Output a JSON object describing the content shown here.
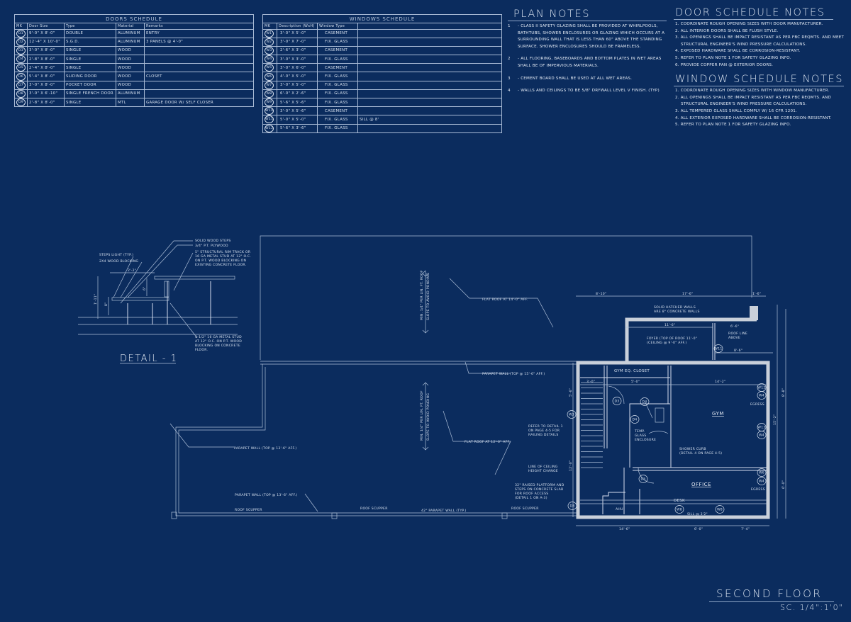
{
  "doors_schedule": {
    "title": "DOORS SCHEDULE",
    "columns": [
      "MK",
      "Door Size",
      "Type",
      "Material",
      "Remarks"
    ],
    "rows": [
      {
        "mk": "D1",
        "size": "9'-0\" X 8'-0\"",
        "type": "DOUBLE",
        "material": "ALUMINUM",
        "remarks": "ENTRY"
      },
      {
        "mk": "D2",
        "size": "12'-4\" X 10'-0\"",
        "type": "S.G.D.",
        "material": "ALUMINUM",
        "remarks": "3 PANELS @ 4'-0\""
      },
      {
        "mk": "D3",
        "size": "3'-0\" X 8'-0\"",
        "type": "SINGLE",
        "material": "WOOD",
        "remarks": ""
      },
      {
        "mk": "D4",
        "size": "2'-8\" X 8'-0\"",
        "type": "SINGLE",
        "material": "WOOD",
        "remarks": ""
      },
      {
        "mk": "D5",
        "size": "2'-4\" X 8'-0\"",
        "type": "SINGLE",
        "material": "WOOD",
        "remarks": ""
      },
      {
        "mk": "D6",
        "size": "5'-4\" X 8'-0\"",
        "type": "SLIDING DOOR",
        "material": "WOOD",
        "remarks": "CLOSET"
      },
      {
        "mk": "D7",
        "size": "3'-0\" X 8'-0\"",
        "type": "POCKET DOOR",
        "material": "WOOD",
        "remarks": ""
      },
      {
        "mk": "D8",
        "size": "3'-0\" X 6'-10\"",
        "type": "SINGLE FRENCH DOOR",
        "material": "ALUMINUM",
        "remarks": ""
      },
      {
        "mk": "D9",
        "size": "2'-8\" X 8'-0\"",
        "type": "SINGLE",
        "material": "MTL",
        "remarks": "GARAGE DOOR W/ SELF CLOSER"
      }
    ]
  },
  "window_schedule": {
    "title": "WINDOWS SCHEDULE",
    "columns": [
      "MK",
      "Description (WxH)",
      "Window Type",
      ""
    ],
    "rows": [
      {
        "mk": "W1",
        "desc": "3'-0\" X 5'-0\"",
        "type": "CASEMENT",
        "remarks": ""
      },
      {
        "mk": "W2",
        "desc": "3'-0\" X 7'-0\"",
        "type": "FIX. GLASS",
        "remarks": ""
      },
      {
        "mk": "W3",
        "desc": "2'-6\" X 3'-0\"",
        "type": "CASEMENT",
        "remarks": ""
      },
      {
        "mk": "W4",
        "desc": "3'-0\" X 3'-0\"",
        "type": "FIX. GLASS",
        "remarks": ""
      },
      {
        "mk": "W5",
        "desc": "3'-0\" X 6'-0\"",
        "type": "CASEMENT",
        "remarks": ""
      },
      {
        "mk": "W6",
        "desc": "4'-0\" X 5'-0\"",
        "type": "FIX. GLASS",
        "remarks": ""
      },
      {
        "mk": "W7",
        "desc": "3'-0\" X 5'-0\"",
        "type": "FIX. GLASS",
        "remarks": ""
      },
      {
        "mk": "W8",
        "desc": "6'-0\" X 2'-6\"",
        "type": "FIX. GLASS",
        "remarks": ""
      },
      {
        "mk": "W9",
        "desc": "5'-6\" X 5'-6\"",
        "type": "FIX. GLASS",
        "remarks": ""
      },
      {
        "mk": "W10",
        "desc": "3'-0\" X 5'-6\"",
        "type": "CASEMENT",
        "remarks": ""
      },
      {
        "mk": "W11",
        "desc": "5'-0\" X 5'-0\"",
        "type": "FIX. GLASS",
        "remarks": "SILL @ 8'"
      },
      {
        "mk": "W12",
        "desc": "5'-6\" X 3'-6\"",
        "type": "FIX. GLASS",
        "remarks": ""
      }
    ]
  },
  "plan_notes": {
    "title": "PLAN NOTES",
    "items": [
      {
        "num": "1",
        "text": "- CLASS II SAFETY GLAZING SHALL BE PROVIDED AT WHIRLPOOLS, BATHTUBS, SHOWER ENCLOSURES OR GLAZING WHICH OCCURS AT A SURROUNDING WALL THAT IS LESS THAN 60\" ABOVE THE STANDING SURFACE. SHOWER ENCLOSURES SHOULD BE FRAMELESS."
      },
      {
        "num": "2",
        "text": "- ALL FLOORING, BASEBOARDS AND BOTTOM PLATES IN WET AREAS SHALL BE OF IMPERVIOUS MATERIALS."
      },
      {
        "num": "3",
        "text": "- CEMENT BOARD SHALL BE USED AT ALL WET AREAS."
      },
      {
        "num": "4",
        "text": "- WALLS AND CEILINGS TO BE 5/8\" DRYWALL LEVEL V FINISH. (TYP)"
      }
    ]
  },
  "door_schedule_notes": {
    "title": "DOOR SCHEDULE NOTES",
    "items": [
      "1. COORDINATE ROUGH OPENING SIZES WITH DOOR MANUFACTURER.",
      "2. ALL INTERIOR DOORS SHALL BE FLUSH STYLE.",
      "3. ALL OPENINGS SHALL BE IMPACT RESISTANT AS PER FBC REQMTS. AND MEET STRUCTURAL ENGINEER'S WIND PRESSURE CALCULATIONS.",
      "4. EXPOSED HARDWARE SHALL BE CORROSION-RESISTANT.",
      "5. REFER TO PLAN NOTE 1 FOR SAFETY GLAZING INFO.",
      "6. PROVIDE COPPER PAN @ EXTERIOR DOORS."
    ]
  },
  "window_schedule_notes": {
    "title": "WINDOW SCHEDULE NOTES",
    "items": [
      "1. COORDINATE ROUGH OPENING SIZES WITH WINDOW MANUFACTURER.",
      "2. ALL OPENINGS SHALL BE IMPACT RESISTANT AS PER FBC REQMTS. AND STRUCTURAL ENGINEER'S WIND PRESSURE CALCULATIONS.",
      "3. ALL TEMPERED GLASS SHALL COMPLY W/ 16 CFR 1201.",
      "4. ALL EXTERIOR EXPOSED HARDWARE SHALL BE CORROSION-RESISTANT.",
      "5. REFER TO PLAN NOTE 1 FOR SAFETY GLAZING INFO."
    ]
  },
  "detail": {
    "title": "DETAIL - 1",
    "labels": [
      "SOLID WOOD STEPS",
      "3/4\" P.T. PLYWOOD",
      "5\" STRUCTURAL RIM TRACK OR",
      "16 GA METAL STUD AT 12\" O.C.",
      "ON P.T. WOOD BLOCKING ON",
      "EXISTING CONCRETE FLOOR.",
      "STEPS LIGHT (TYP.)",
      "2X4 WOOD BLOCKING",
      "4-1/2\" 16 GA METAL STUD",
      "AT 12\" O.C. ON P.T. WOOD",
      "BLOCKING ON CONCRETE",
      "FLOOR.",
      "2'-2\"",
      "1'-11\"",
      "8\"",
      "6\""
    ]
  },
  "plan": {
    "rooms": [
      "GYM",
      "OFFICE"
    ],
    "labels": {
      "flat_roof_upper": "FLAT ROOF AT 14'-0\" AFF.",
      "flat_roof_lower": "FLAT ROOF AT 12'-0\" AFF.",
      "slope_1": "MIN. 1/4\" PER LIN. FT. ROOF",
      "slope_2": "SLOPE TO AVOID PONDING",
      "parapet_1": "PARAPET WALL (TOP @ 15'-6\" AFF.)",
      "parapet_2": "PARAPET WALL (TOP @ 13'-6\" AFF.)",
      "parapet_3": "PARAPET WALL (TOP @ 13'-6\" AFF.)",
      "parapet_typ": "42\" PARAPET WALL (TYP.)",
      "scupper": "ROOF SCUPPER",
      "hatched_1": "SOLID HATCHED WALLS",
      "hatched_2": "ARE 8\" CONCRETE WALLS",
      "foyer_1": "FOYER (TOP OF ROOF 11'-0\"",
      "foyer_2": "(CEILING @ 9'-0\" AFF.)",
      "roof_line_1": "ROOF LINE",
      "roof_line_2": "ABOVE",
      "gym_closet": "GYM EQ. CLOSET",
      "temp_1": "TEMP.",
      "temp_2": "GLASS",
      "temp_3": "ENCLOSURE",
      "curb_1": "SHOWER CURB",
      "curb_2": "(DETAIL 4 ON PAGE 4-5)",
      "refer_1": "REFER TO DETAIL 1",
      "refer_2": "ON PAGE 4-5 FOR",
      "refer_3": "RAILING DETAILS",
      "ceiling_1": "LINE OF CEILING",
      "ceiling_2": "HEIGHT CHANGE",
      "raised_1": "32\" RAISED PLATFORM AND",
      "raised_2": "STEPS ON CONCRETE SLAB",
      "raised_3": "FOR ROOF ACCESS",
      "raised_4": "(DETAIL 1 ON A-3)",
      "egress": "EGRESS",
      "desk": "DESK",
      "ahu": "AHU",
      "sill": "SILL @ 3'2\""
    },
    "dims": {
      "top_a": "8'-10\"",
      "top_b": "17'-6\"",
      "top_c": "1'-6\"",
      "foy_a": "11'-6\"",
      "foy_b": "6'-6\"",
      "foy_c": "8'-6\"",
      "r1": "3'-0\"",
      "r2": "5'-0\"",
      "r3": "14'-2\"",
      "b1": "14'-6\"",
      "b2": "6'-0\"",
      "b3": "7'-4\"",
      "v1": "15'-2\"",
      "v2": "8'-8\"",
      "v3": "6'-0\"",
      "v4": "5'-6\"",
      "v5": "12'-0\""
    },
    "tags": [
      "D3",
      "D4",
      "D4",
      "D5",
      "D8",
      "W3",
      "W11",
      "W12",
      "W4",
      "W13",
      "W4",
      "W6",
      "W4",
      "W8",
      "W8"
    ]
  },
  "title_block": {
    "title": "SECOND FLOOR",
    "scale": "SC. 1/4\":1'0\""
  }
}
